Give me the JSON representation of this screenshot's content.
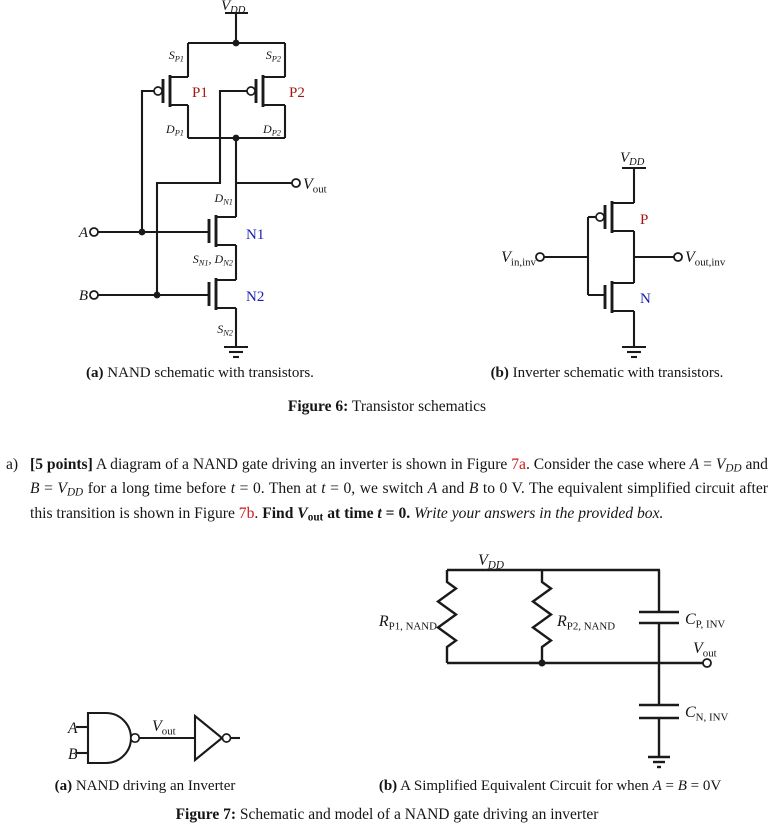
{
  "colors": {
    "pmos_label": "#a31515",
    "nmos_label": "#1c1cb0",
    "figure_ref": "#cb1b1b"
  },
  "fig6a": {
    "vdd_m": "V",
    "vdd_s": "DD",
    "sp1_m": "S",
    "sp1_s": "P1",
    "sp2_m": "S",
    "sp2_s": "P2",
    "dp1_m": "D",
    "dp1_s": "P1",
    "dp2_m": "D",
    "dp2_s": "P2",
    "p1": "P1",
    "p2": "P2",
    "dn1_m": "D",
    "dn1_s": "N1",
    "sn_m1": "S",
    "sn_s1": "N1",
    "sn_m2": ", D",
    "sn_s2": "N2",
    "sn2_m": "S",
    "sn2_s": "N2",
    "n1": "N1",
    "n2": "N2",
    "a": "A",
    "b": "B",
    "vout_m": "V",
    "vout_s": "out",
    "caption_tag": "(a)",
    "caption_text": " NAND schematic with transistors."
  },
  "fig6b": {
    "vdd_m": "V",
    "vdd_s": "DD",
    "vin_m": "V",
    "vin_s": "in,inv",
    "vout_m": "V",
    "vout_s": "out,inv",
    "p": "P",
    "n": "N",
    "caption_tag": "(b)",
    "caption_text": " Inverter schematic with transistors."
  },
  "fig6_caption_tag": "Figure 6:",
  "fig6_caption_text": " Transistor schematics",
  "problem": {
    "marker": "a)",
    "segments": [
      {
        "t": "[5 points]",
        "s": "b"
      },
      {
        "t": " A diagram of a NAND gate driving an inverter is shown in Figure "
      },
      {
        "t": "7a",
        "s": "r",
        "n": "figure-ref-7a"
      },
      {
        "t": ". Consider the case where "
      },
      {
        "t": "A",
        "s": "i"
      },
      {
        "t": " = "
      },
      {
        "t": "V",
        "s": "i"
      },
      {
        "t": "DD",
        "s": "subi"
      },
      {
        "t": " and "
      },
      {
        "t": "B",
        "s": "i"
      },
      {
        "t": " = "
      },
      {
        "t": "V",
        "s": "i"
      },
      {
        "t": "DD",
        "s": "subi"
      },
      {
        "t": " for a long time before "
      },
      {
        "t": "t",
        "s": "i"
      },
      {
        "t": " = 0. Then at "
      },
      {
        "t": "t",
        "s": "i"
      },
      {
        "t": " = 0, we switch "
      },
      {
        "t": "A",
        "s": "i"
      },
      {
        "t": " and "
      },
      {
        "t": "B",
        "s": "i"
      },
      {
        "t": " to 0 V. The equivalent simplified circuit after this transition is shown in Figure "
      },
      {
        "t": "7b",
        "s": "r",
        "n": "figure-ref-7b"
      },
      {
        "t": ". "
      },
      {
        "t": "Find ",
        "s": "b"
      },
      {
        "t": "V",
        "s": "bi"
      },
      {
        "t": "out",
        "s": "bsub"
      },
      {
        "t": " at time ",
        "s": "b"
      },
      {
        "t": "t",
        "s": "bi"
      },
      {
        "t": " = 0.",
        "s": "b"
      },
      {
        "t": " "
      },
      {
        "t": "Write your answers in the provided box.",
        "s": "it"
      }
    ]
  },
  "fig7a": {
    "a": "A",
    "b": "B",
    "vout_m": "V",
    "vout_s": "out",
    "caption_tag": "(a)",
    "caption_text": " NAND driving an Inverter"
  },
  "fig7b": {
    "vdd_m": "V",
    "vdd_s": "DD",
    "rp1_m": "R",
    "rp1_s": "P1, NAND",
    "rp2_m": "R",
    "rp2_s": "P2, NAND",
    "cp_m": "C",
    "cp_s": "P, INV",
    "cn_m": "C",
    "cn_s": "N, INV",
    "vout_m": "V",
    "vout_s": "out",
    "caption_tag": "(b)",
    "caption_segments": [
      {
        "t": " A Simplified Equivalent Circuit for when "
      },
      {
        "t": "A",
        "s": "i"
      },
      {
        "t": " = "
      },
      {
        "t": "B",
        "s": "i"
      },
      {
        "t": " = 0V"
      }
    ]
  },
  "fig7_caption_tag": "Figure 7:",
  "fig7_caption_text": " Schematic and model of a NAND gate driving an inverter"
}
